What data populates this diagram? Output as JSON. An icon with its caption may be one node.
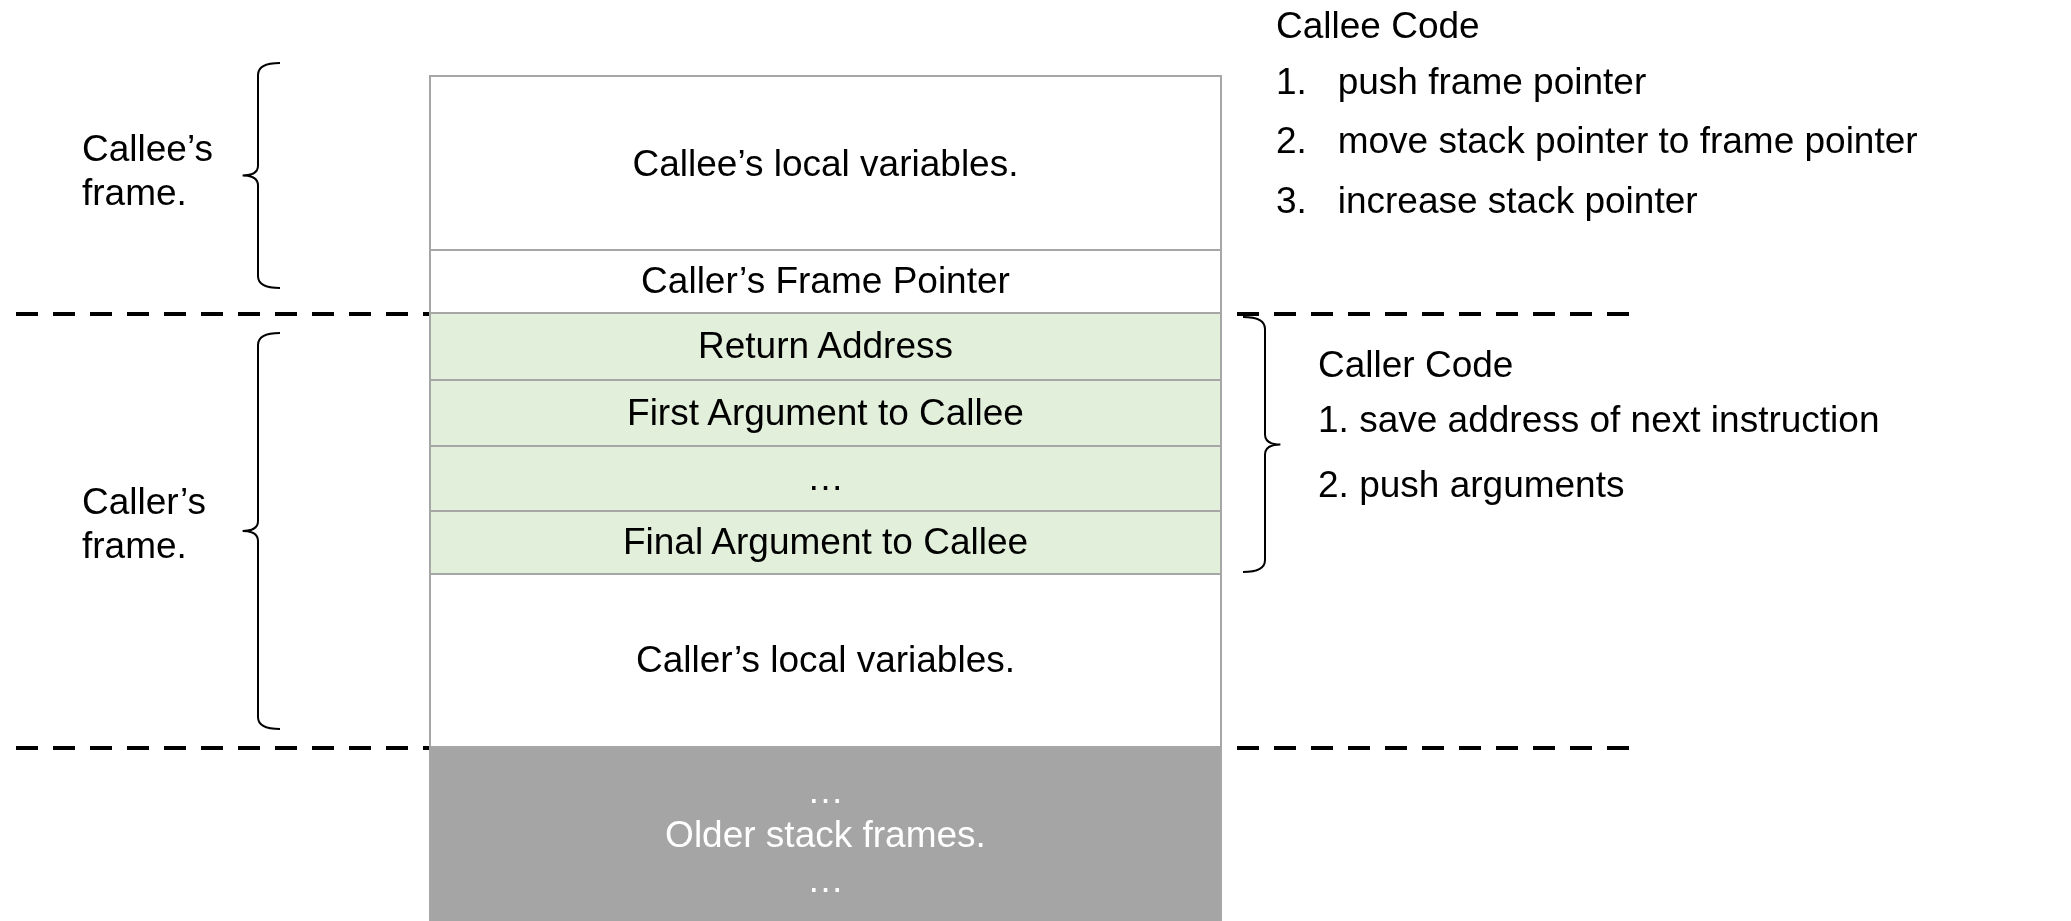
{
  "diagram": {
    "nodes": [
      {
        "text": [
          "Callee’s local variables."
        ]
      },
      {
        "text": [
          "Caller’s Frame Pointer"
        ]
      },
      {
        "text": [
          "Return Address"
        ]
      },
      {
        "text": [
          "First Argument to Callee"
        ]
      },
      {
        "text": [
          "…"
        ]
      },
      {
        "text": [
          "Final Argument to Callee"
        ]
      },
      {
        "text": [
          "Caller’s local variables."
        ]
      },
      {
        "text": [
          "…",
          "Older stack frames.",
          "…"
        ]
      }
    ],
    "labels": [
      "Callee Code",
      "1.   push frame pointer",
      "2.   move stack pointer to frame pointer",
      "3.   increase stack pointer",
      "Callee’s frame.",
      "Caller Code",
      "1. save address of next instruction",
      "2. push arguments",
      "Caller’s frame."
    ]
  }
}
